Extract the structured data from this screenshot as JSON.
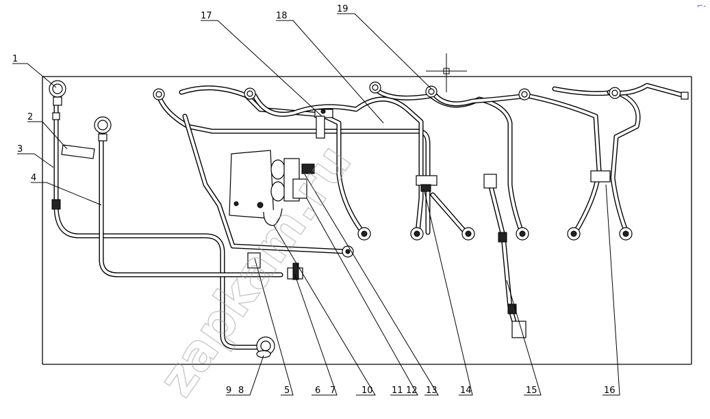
{
  "watermark": "zapkam.ru",
  "corner_mark": "⌐-",
  "callouts": [
    "1",
    "2",
    "3",
    "4",
    "5",
    "6",
    "7",
    "8",
    "9",
    "10",
    "11",
    "12",
    "13",
    "14",
    "15",
    "16",
    "17",
    "18",
    "19"
  ]
}
